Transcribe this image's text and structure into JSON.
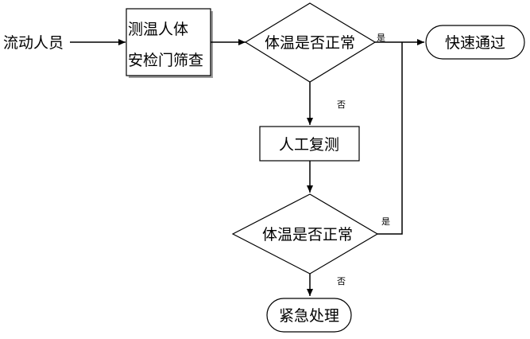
{
  "diagram": {
    "input_label": "流动人员",
    "nodes": {
      "screening": {
        "line1": "测温人体",
        "line2": "安检门筛查"
      },
      "check1": "体温是否正常",
      "pass": "快速通过",
      "recheck": "人工复测",
      "check2": "体温是否正常",
      "emergency": "紧急处理"
    },
    "edge_labels": {
      "check1_yes": "是",
      "check1_no": "否",
      "check2_yes": "是",
      "check2_no": "否"
    },
    "colors": {
      "screening_fill": "#ffffff",
      "shadow": "#9c9c9c",
      "line": "#000000"
    }
  }
}
